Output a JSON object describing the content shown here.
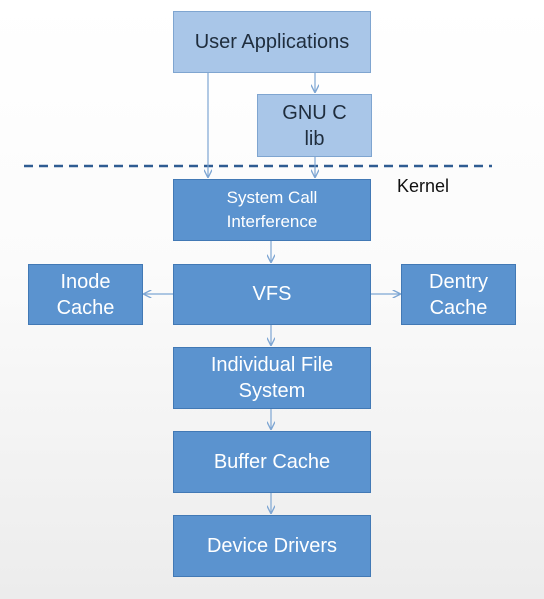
{
  "colors": {
    "user_box": "#a9c6e8",
    "kernel_box": "#5b93cf",
    "connector": "#7ea6d3",
    "kernel_line": "#2f5c92"
  },
  "labels": {
    "user_applications": "User Applications",
    "gnu_c_lib": "GNU C\nlib",
    "kernel": "Kernel",
    "system_call_interference": "System Call\nInterference",
    "vfs": "VFS",
    "inode_cache": "Inode\nCache",
    "dentry_cache": "Dentry\nCache",
    "individual_file_system": "Individual File\nSystem",
    "buffer_cache": "Buffer Cache",
    "device_drivers": "Device Drivers"
  }
}
